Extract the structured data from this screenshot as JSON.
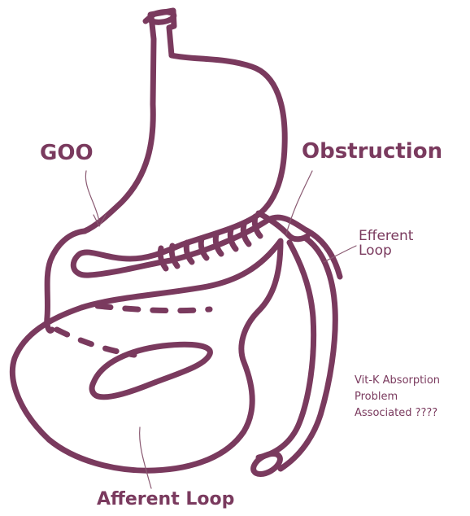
{
  "colors": {
    "ink": "#7a3a5e",
    "pointer": "#8a5a72",
    "background": "#ffffff"
  },
  "labels": {
    "goo": "GOO",
    "obstruction": "Obstruction",
    "efferent_line1": "Efferent",
    "efferent_line2": "Loop",
    "afferent": "Afferent Loop",
    "vitk_line1": "Vit-K Absorption",
    "vitk_line2": "Problem",
    "vitk_line3": "Associated ????"
  }
}
